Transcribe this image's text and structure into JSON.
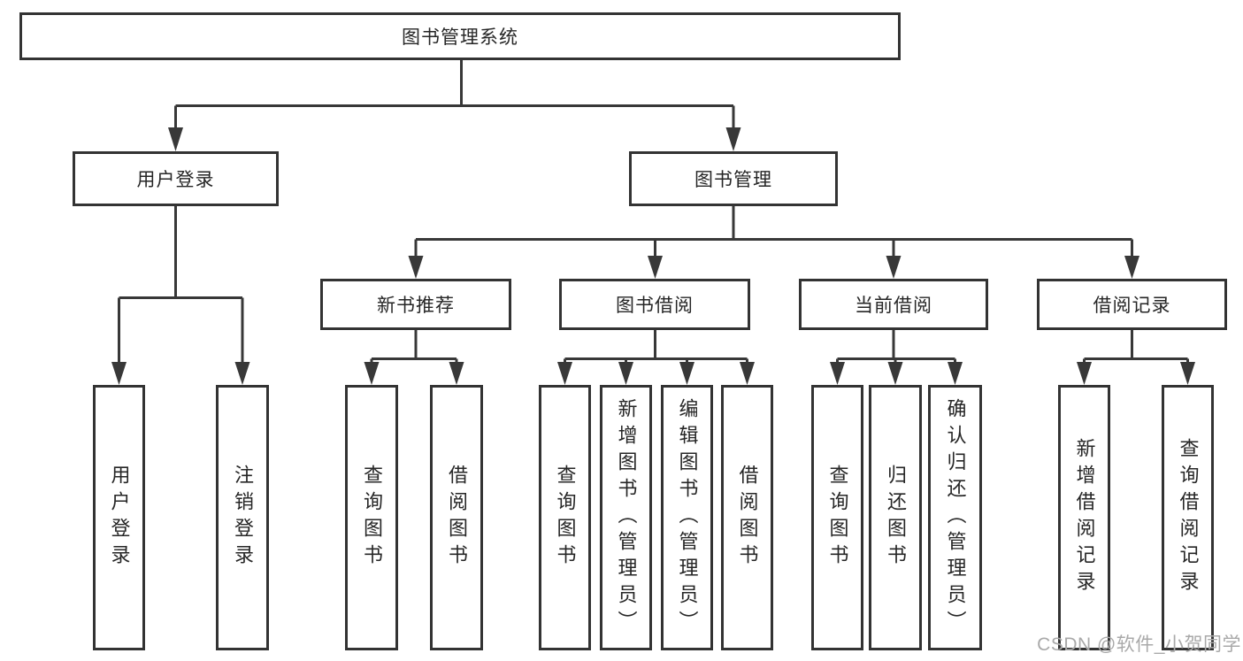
{
  "diagram": {
    "root": "图书管理系统",
    "level2": {
      "user_login": "用户登录",
      "book_mgmt": "图书管理"
    },
    "level3": {
      "new_book": "新书推荐",
      "book_borrow": "图书借阅",
      "current_borrow": "当前借阅",
      "borrow_record": "借阅记录"
    },
    "leaves": {
      "user_login": [
        "用户登录",
        "注销登录"
      ],
      "new_book": [
        "查询图书",
        "借阅图书"
      ],
      "book_borrow": [
        "查询图书",
        "新增图书（管理员）",
        "编辑图书（管理员）",
        "借阅图书"
      ],
      "current_borrow": [
        "查询图书",
        "归还图书",
        "确认归还（管理员）"
      ],
      "borrow_record": [
        "新增借阅记录",
        "查询借阅记录"
      ]
    }
  },
  "watermark": {
    "text": "CSDN @软件_小贺同学"
  },
  "colors": {
    "line": "#383838",
    "box_border": "#333333",
    "text": "#262626",
    "background": "#ffffff",
    "watermark": "#a9a9a9"
  }
}
